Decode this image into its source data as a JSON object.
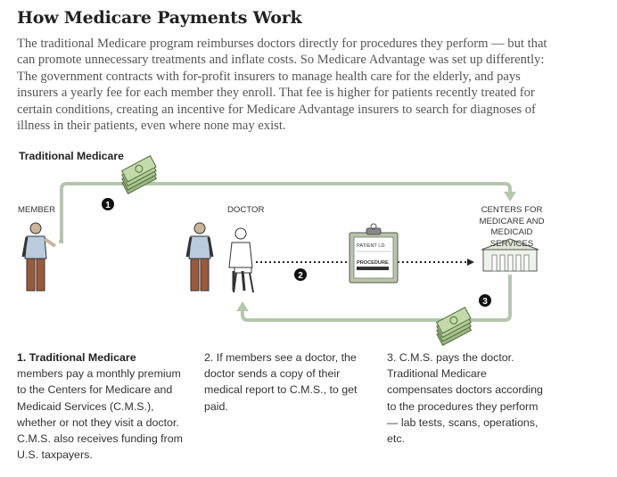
{
  "title": "How Medicare Payments Work",
  "intro": "The traditional Medicare program reimburses doctors directly for procedures they perform — but that can promote unnecessary treatments and inflate costs. So Medicare Advantage was set up differently: The government contracts with for-profit insurers to manage health care for the elderly, and pays insurers a yearly fee for each member they enroll. That fee is higher for patients recently treated for certain conditions, creating an incentive for Medicare Advantage insurers to search for diagnoses of illness in their patients, even where none may exist.",
  "section_title": "Traditional Medicare",
  "diagram": {
    "member_label": "MEMBER",
    "doctor_label": "DOCTOR",
    "cms_label": "CENTERS FOR MEDICARE AND MEDICAID SERVICES",
    "clipboard_line1": "PATIENT I.D.",
    "clipboard_line2": "PROCEDURE",
    "step1": "1",
    "step2": "2",
    "step3": "3",
    "colors": {
      "flow": "#b5c7ad",
      "money": "#8aa86f",
      "skin": "#c9b49a",
      "pants": "#9b5a3c",
      "shirt": "#b9cbdc"
    }
  },
  "captions": {
    "c1_title": "1. Traditional Medicare",
    "c1_body": "members pay a monthly premium to the Centers for Medicare and Medicaid Services (C.M.S.), whether or not they visit a doctor. C.M.S. also receives funding from U.S. taxpayers.",
    "c2_body": "2. If members see a doctor, the doctor sends a copy of their medical report to C.M.S., to get paid.",
    "c3_body": "3. C.M.S. pays the doctor. Traditional Medicare compensates doctors according to the procedures they perform — lab tests, scans, operations, etc."
  }
}
